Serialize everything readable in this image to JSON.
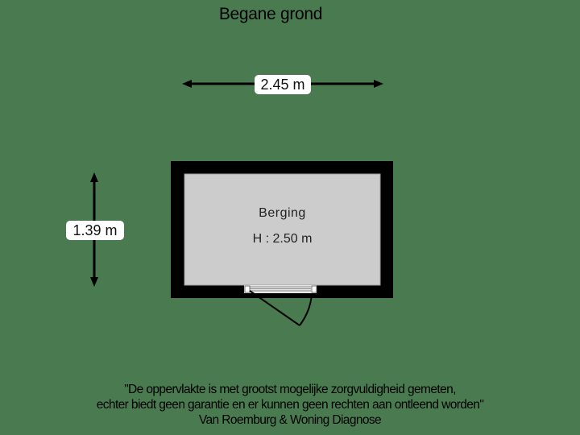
{
  "floor": {
    "title": "Begane grond"
  },
  "dimensions": {
    "width": "2.45 m",
    "depth": "1.39 m"
  },
  "room": {
    "name": "Berging",
    "height": "H : 2.50 m"
  },
  "disclaimer": {
    "line1": "\"De oppervlakte is met grootst mogelijke zorgvuldigheid gemeten,",
    "line2": "echter biedt geen garantie en er kunnen geen rechten aan ontleend worden\"",
    "line3": "Van Roemburg & Woning Diagnose"
  },
  "colors": {
    "background": "#4a7a50",
    "wall": "#000000",
    "floor": "#cccccc",
    "label_bg": "#ffffff"
  }
}
